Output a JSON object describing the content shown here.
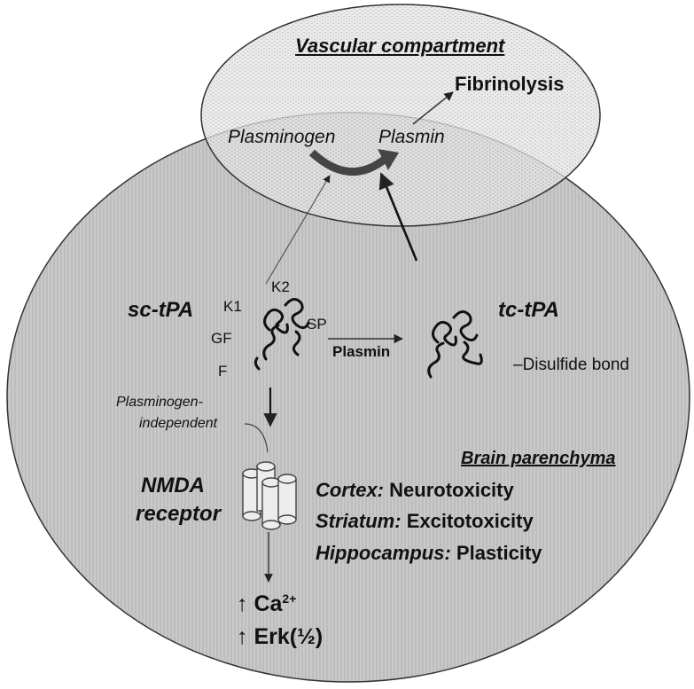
{
  "vascular": {
    "title": "Vascular compartment",
    "fibrinolysis": "Fibrinolysis",
    "plasminogen": "Plasminogen",
    "plasmin": "Plasmin"
  },
  "tpa": {
    "sc_label": "sc-tPA",
    "tc_label": "tc-tPA",
    "domain_k1": "K1",
    "domain_k2": "K2",
    "domain_gf": "GF",
    "domain_f": "F",
    "domain_sp": "SP",
    "plasmin_arrow_label": "Plasmin",
    "disulfide": "–Disulfide bond"
  },
  "pathway": {
    "independent_line1": "Plasminogen-",
    "independent_line2": "independent",
    "nmda_line1": "NMDA",
    "nmda_line2": "receptor",
    "ca_arrow": "↑",
    "ca": "Ca",
    "ca_sup": "2+",
    "erk_arrow": "↑",
    "erk": "Erk(½)"
  },
  "brain": {
    "title": "Brain parenchyma",
    "effects": [
      {
        "region": "Cortex:",
        "effect": "Neurotoxicity"
      },
      {
        "region": "Striatum:",
        "effect": "Excitotoxicity"
      },
      {
        "region": "Hippocampus:",
        "effect": "Plasticity"
      }
    ]
  }
}
